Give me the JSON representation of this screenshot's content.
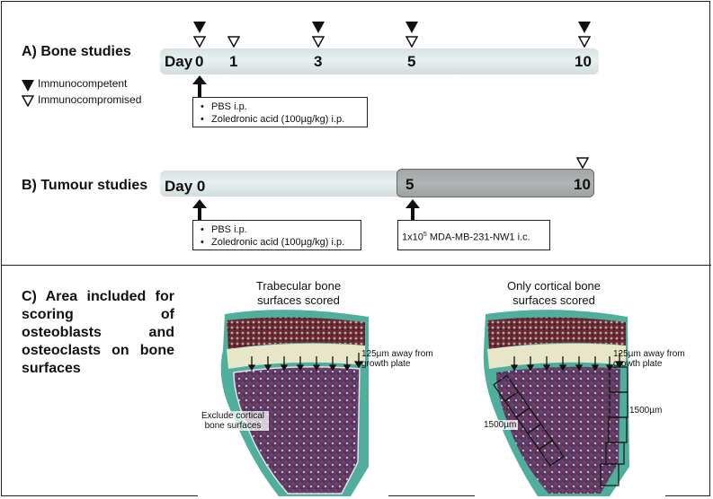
{
  "section_a": {
    "title": "A) Bone studies",
    "day_label": "Day",
    "days": [
      "0",
      "1",
      "3",
      "5",
      "10"
    ],
    "legend": {
      "filled": "Immunocompetent",
      "open": "Immunocompromised"
    },
    "treatment": [
      "PBS i.p.",
      "Zoledronic acid (100µg/kg) i.p."
    ]
  },
  "section_b": {
    "title": "B) Tumour studies",
    "day_label": "Day 0",
    "days": [
      "5",
      "10"
    ],
    "treatment": [
      "PBS i.p.",
      "Zoledronic acid (100µg/kg) i.p."
    ],
    "tumour_base": "1x10",
    "tumour_exp": "5",
    "tumour_rest": " MDA-MB-231-NW1 i.c."
  },
  "section_c": {
    "title": "C) Area included for scoring of osteoblasts and osteoclasts on bone surfaces",
    "left_caption": "Trabecular bone surfaces scored",
    "right_caption": "Only cortical bone surfaces scored",
    "left_note_top": "125µm away from growth plate",
    "left_note_side": "Exclude cortical bone surfaces",
    "right_note_top": "125µm away from growth plate",
    "right_dim_left": "1500µm",
    "right_dim_right": "1500µm"
  },
  "colors": {
    "timeline": "#e2eaea",
    "tumour_bar": "#a9adad",
    "tissue_green": "#4fae9c",
    "tissue_red": "#7a2f3a",
    "marrow": "#6b4a7a"
  }
}
